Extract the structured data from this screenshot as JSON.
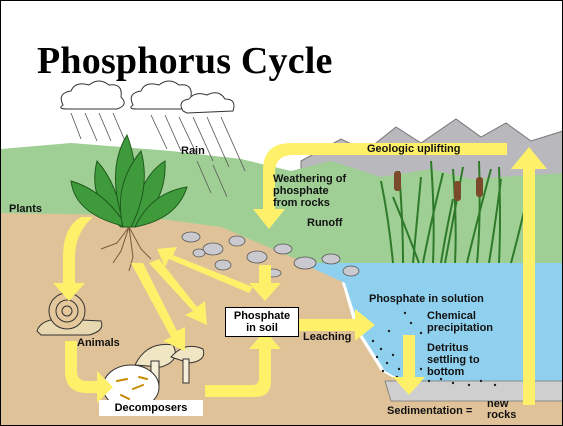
{
  "title": "Phosphorus Cycle",
  "labels": {
    "rain": "Rain",
    "geologic_uplifting": "Geologic uplifting",
    "weathering_1": "Weathering of",
    "weathering_2": "phosphate",
    "weathering_3": "from rocks",
    "plants": "Plants",
    "runoff": "Runoff",
    "phosphate_in_solution": "Phosphate in solution",
    "chemical_1": "Chemical",
    "chemical_2": "precipitation",
    "detritus_1": "Detritus",
    "detritus_2": "settling to",
    "detritus_3": "bottom",
    "animals": "Animals",
    "phosphate_soil_1": "Phosphate",
    "phosphate_soil_2": "in soil",
    "leaching": "Leaching",
    "decomposers": "Decomposers",
    "sedimentation": "Sedimentation =",
    "new_rocks_1": "new",
    "new_rocks_2": "rocks"
  },
  "colors": {
    "arrow": "#fff06a",
    "soil": "#e0c299",
    "water": "#8fd0ee",
    "sky": "#ffffff",
    "plant": "#3f9a3c",
    "mountain": "#b9b9bd"
  }
}
